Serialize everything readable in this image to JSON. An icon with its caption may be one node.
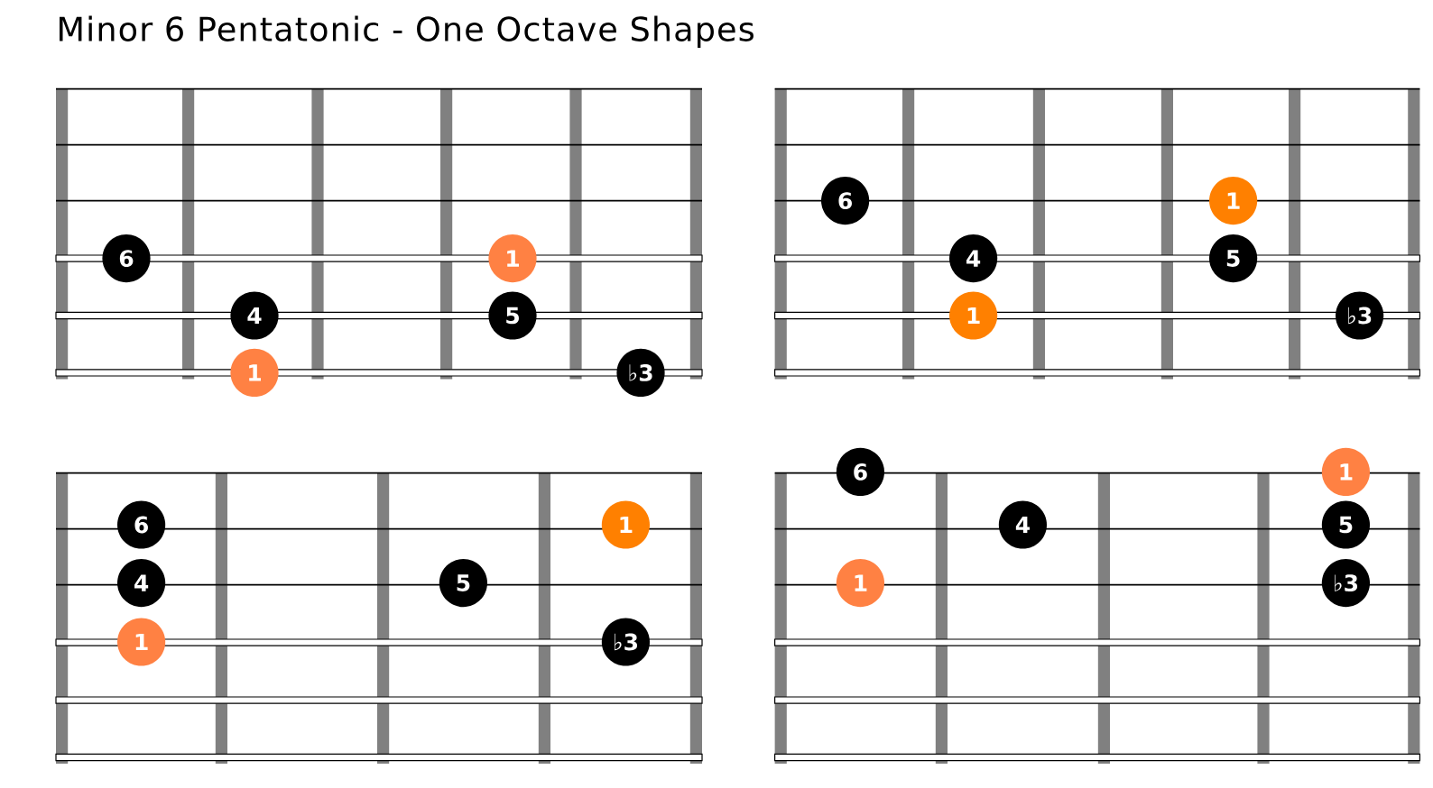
{
  "diagram": {
    "title": "Minor 6 Pentatonic - One Octave Shapes",
    "nodes": [
      {
        "text": [
          "6"
        ]
      },
      {
        "text": [
          "1"
        ]
      },
      {
        "text": [
          "4"
        ]
      },
      {
        "text": [
          "5"
        ]
      },
      {
        "text": [
          "1"
        ]
      },
      {
        "text": [
          "♭3"
        ]
      },
      {
        "text": [
          "6"
        ]
      },
      {
        "text": [
          "1"
        ]
      },
      {
        "text": [
          "4"
        ]
      },
      {
        "text": [
          "5"
        ]
      },
      {
        "text": [
          "1"
        ]
      },
      {
        "text": [
          "♭3"
        ]
      },
      {
        "text": [
          "6"
        ]
      },
      {
        "text": [
          "1"
        ]
      },
      {
        "text": [
          "4"
        ]
      },
      {
        "text": [
          "5"
        ]
      },
      {
        "text": [
          "1"
        ]
      },
      {
        "text": [
          "♭3"
        ]
      },
      {
        "text": [
          "6"
        ]
      },
      {
        "text": [
          "1"
        ]
      },
      {
        "text": [
          "4"
        ]
      },
      {
        "text": [
          "5"
        ]
      },
      {
        "text": [
          "1"
        ]
      },
      {
        "text": [
          "♭3"
        ]
      }
    ]
  }
}
